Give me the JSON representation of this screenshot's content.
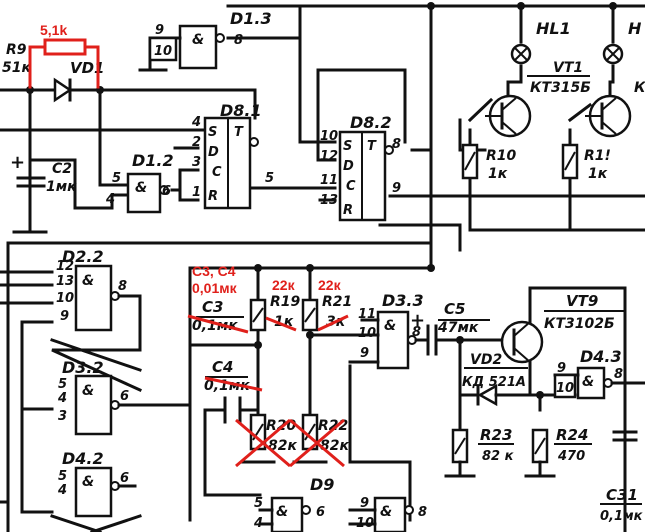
{
  "chips": {
    "d13": {
      "name": "D1.3",
      "sym": "&",
      "pins": [
        "9",
        "10",
        "8"
      ]
    },
    "d81": {
      "name": "D8.1",
      "pins": [
        "4",
        "2",
        "3",
        "1",
        "5"
      ],
      "ports": [
        "S",
        "D",
        "C",
        "R",
        "T"
      ]
    },
    "d82": {
      "name": "D8.2",
      "pins": [
        "10",
        "12",
        "11",
        "13",
        "8",
        "9"
      ],
      "ports": [
        "S",
        "D",
        "C",
        "R",
        "T"
      ]
    },
    "d12": {
      "name": "D1.2",
      "sym": "&",
      "pins": [
        "5",
        "4",
        "6"
      ]
    },
    "d22": {
      "name": "D2.2",
      "sym": "&",
      "pins": [
        "12",
        "13",
        "10",
        "9",
        "8"
      ]
    },
    "d32": {
      "name": "D3.2",
      "sym": "&",
      "pins": [
        "5",
        "4",
        "3",
        "6"
      ]
    },
    "d42": {
      "name": "D4.2",
      "sym": "&",
      "pins": [
        "5",
        "4",
        "6"
      ]
    },
    "d33": {
      "name": "D3.3",
      "sym": "&",
      "pins": [
        "11",
        "10",
        "9",
        "8"
      ]
    },
    "d43": {
      "name": "D4.3",
      "sym": "&",
      "pins": [
        "9",
        "10",
        "8"
      ]
    },
    "d9": {
      "name": "D9",
      "pins": [
        "5",
        "4",
        "6",
        "9",
        "10",
        "8"
      ]
    }
  },
  "components": {
    "r9": {
      "name": "R9",
      "value": "51к"
    },
    "vd1": {
      "name": "VD1"
    },
    "c2": {
      "name": "C2",
      "value": "1мк"
    },
    "hl1": {
      "name": "HL1"
    },
    "hl2": {
      "name": "H"
    },
    "vt1": {
      "name": "VT1",
      "type": "КТ315Б"
    },
    "vt2": {
      "type": "К"
    },
    "r10": {
      "name": "R10",
      "value": "1к"
    },
    "r11": {
      "name": "R1!",
      "value": "1к"
    },
    "c3": {
      "name": "C3",
      "value": "0,1мк"
    },
    "c4": {
      "name": "C4",
      "value": "0,1мк"
    },
    "r19": {
      "name": "R19",
      "value": "1к"
    },
    "r21": {
      "name": "R21",
      "value": "3к"
    },
    "r20": {
      "name": "R20",
      "value": "82к"
    },
    "r22": {
      "name": "R22",
      "value": "82к"
    },
    "c5": {
      "name": "C5",
      "value": "47мк",
      "sign": "+"
    },
    "vt9": {
      "name": "VT9",
      "type": "КТ3102Б"
    },
    "vd2": {
      "name": "VD2",
      "type": "КД 521А"
    },
    "r23": {
      "name": "R23",
      "value": "82 к"
    },
    "r24": {
      "name": "R24",
      "value": "470"
    },
    "c31": {
      "name": "C31",
      "value": "0,1мк"
    }
  },
  "annotations": {
    "r9_new": "5,1k",
    "c3c4_line1": "C3, C4",
    "c3c4_line2": "0,01мк",
    "r19_new": "22к",
    "r21_new": "22к"
  },
  "colors": {
    "ink": "#111111",
    "correction": "#e0201b"
  }
}
